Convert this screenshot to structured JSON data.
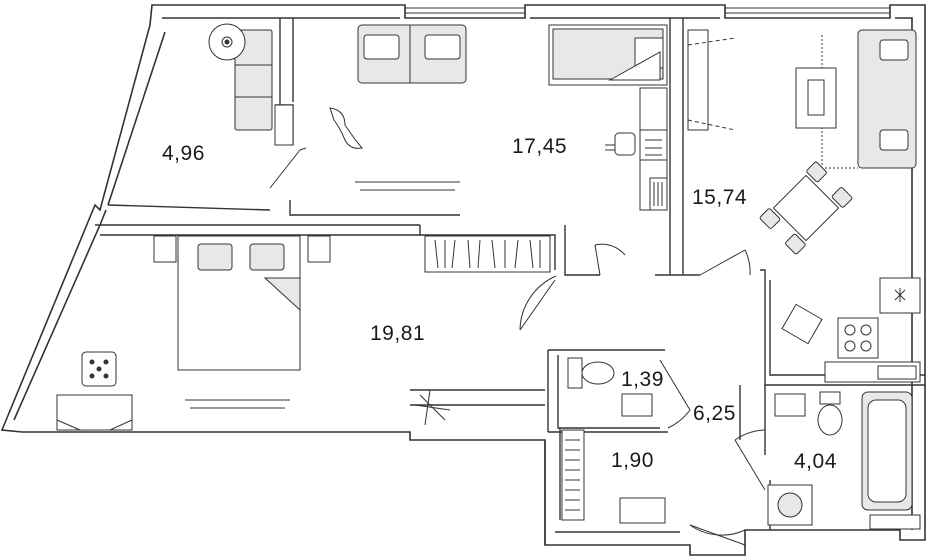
{
  "floorplan": {
    "rooms": [
      {
        "id": "balcony",
        "area": "4,96"
      },
      {
        "id": "living-room",
        "area": "17,45"
      },
      {
        "id": "kitchen-living",
        "area": "15,74"
      },
      {
        "id": "bedroom",
        "area": "19,81"
      },
      {
        "id": "toilet",
        "area": "1,39"
      },
      {
        "id": "hallway",
        "area": "6,25"
      },
      {
        "id": "wardrobe",
        "area": "1,90"
      },
      {
        "id": "bathroom",
        "area": "4,04"
      }
    ],
    "colors": {
      "wall": "#333333",
      "wall_fill": "#ffffff",
      "furniture_fill": "#e8e8e8",
      "line": "#1a1a1a"
    }
  }
}
